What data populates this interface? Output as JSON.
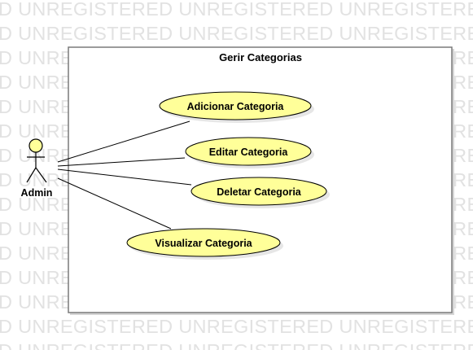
{
  "watermark": {
    "text": "UNREGISTERED"
  },
  "system": {
    "title": "Gerir Categorias"
  },
  "actor": {
    "name": "Admin"
  },
  "use_cases": [
    {
      "label": "Adicionar Categoria"
    },
    {
      "label": "Editar Categoria"
    },
    {
      "label": "Deletar Categoria"
    },
    {
      "label": "Visualizar Categoria"
    }
  ],
  "colors": {
    "use_case_fill": "#ffff99",
    "use_case_stroke": "#000000",
    "use_case_shadow": "#e6e6e6",
    "system_border": "#7a7a7a",
    "actor_fill": "#ffff99",
    "watermark": "#e2e2e2"
  }
}
